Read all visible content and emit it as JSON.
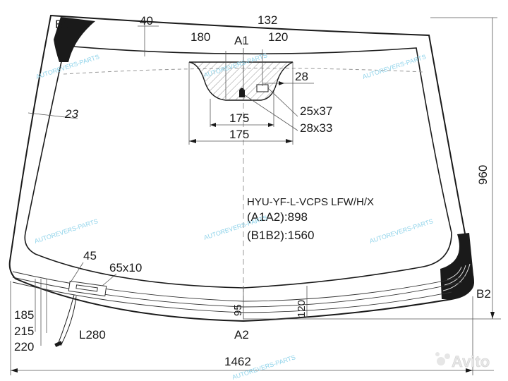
{
  "labels": {
    "b1": "B1",
    "b2": "B2",
    "a1": "A1",
    "a2": "A2",
    "top_offset": "40",
    "d132": "132",
    "d180": "180",
    "d120": "120",
    "d28": "28",
    "d23": "23",
    "w175_inner": "175",
    "w175_outer": "175",
    "sensor1": "25x37",
    "sensor2": "28x33",
    "height": "960",
    "width": "1462",
    "d45": "45",
    "heater": "65x10",
    "d185": "185",
    "d215": "215",
    "d220": "220",
    "cable": "L280",
    "d95": "95",
    "d120_bottom": "120"
  },
  "spec": {
    "code": "HYU-YF-L-VCPS LFW/H/X",
    "a1a2": "(A1A2):898",
    "b1b2": "(B1B2):1560"
  },
  "watermarks": {
    "brand": "AUTOREVERS-PARTS",
    "site": "Avito"
  },
  "colors": {
    "line": "#1a1a1a",
    "watermark": "#8fd3ea",
    "hatch": "#777777"
  }
}
